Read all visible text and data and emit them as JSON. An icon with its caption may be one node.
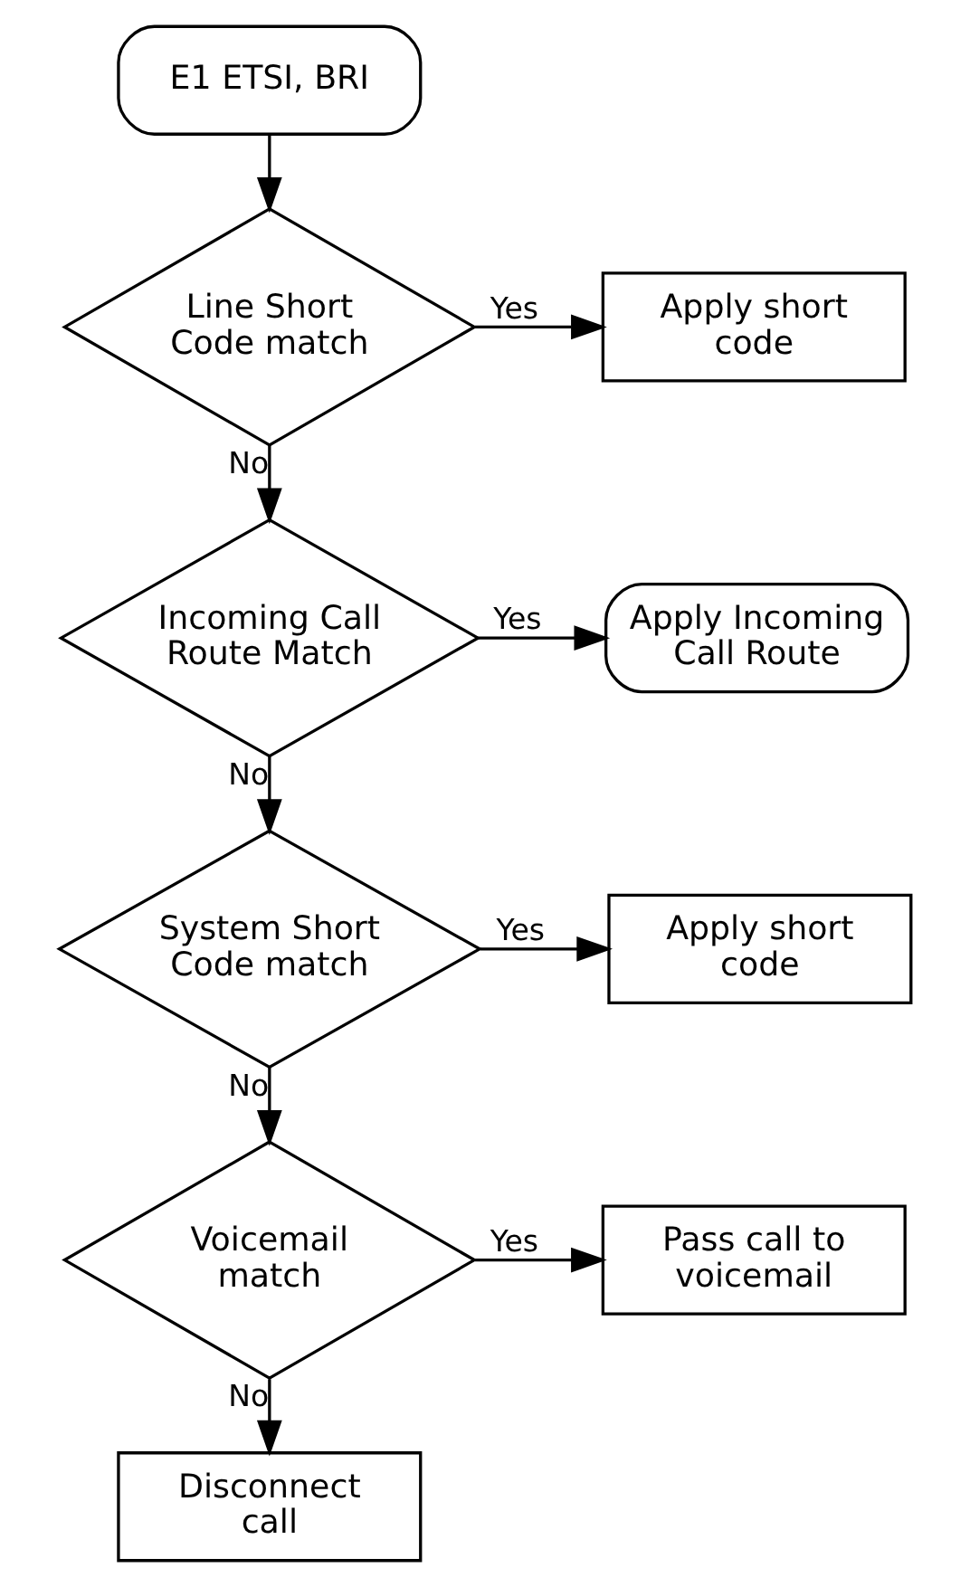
{
  "diagram": {
    "nodes": [
      {
        "text": [
          "E1 ETSI, BRI"
        ]
      },
      {
        "text": [
          "Line Short Code match"
        ]
      },
      {
        "text": [
          "Apply short code"
        ]
      },
      {
        "text": [
          "Incoming Call Route Match"
        ]
      },
      {
        "text": [
          "Apply Incoming Call Route"
        ]
      },
      {
        "text": [
          "System Short Code match"
        ]
      },
      {
        "text": [
          "Apply short code"
        ]
      },
      {
        "text": [
          "Voicemail match"
        ]
      },
      {
        "text": [
          "Pass call to voicemail"
        ]
      },
      {
        "text": [
          "Disconnect call"
        ]
      }
    ],
    "edges": [
      {
        "from": 0,
        "to": 1,
        "arrow": "to"
      },
      {
        "from": 1,
        "to": 2,
        "arrow": "to",
        "label": "Yes"
      },
      {
        "from": 1,
        "to": 3,
        "arrow": "to",
        "label": "No"
      },
      {
        "from": 3,
        "to": 4,
        "arrow": "to",
        "label": "Yes"
      },
      {
        "from": 3,
        "to": 5,
        "arrow": "to",
        "label": "No"
      },
      {
        "from": 5,
        "to": 6,
        "arrow": "to",
        "label": "Yes"
      },
      {
        "from": 5,
        "to": 7,
        "arrow": "to",
        "label": "No"
      },
      {
        "from": 7,
        "to": 8,
        "arrow": "to",
        "label": "Yes"
      },
      {
        "from": 7,
        "to": 9,
        "arrow": "to",
        "label": "No"
      }
    ]
  }
}
